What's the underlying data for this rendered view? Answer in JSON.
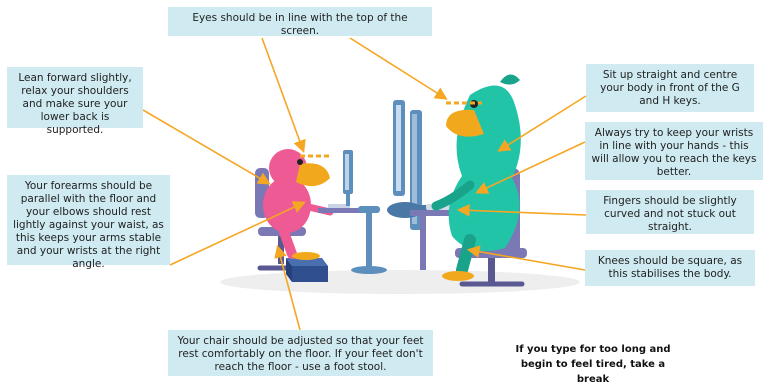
{
  "notes": {
    "eyes": "Eyes should be in line with the top of the screen.",
    "lean": "Lean forward slightly, relax your shoulders and make sure your lower back is supported.",
    "forearms": "Your forearms should be parallel with the floor and your elbows should rest lightly against your waist, as this keeps your arms stable and your wrists at the right angle.",
    "sit_up": "Sit up straight and centre your body in front of the G and H keys.",
    "wrists": "Always try to keep your wrists in line with your hands - this will allow you to reach the keys better.",
    "fingers": "Fingers should be slightly curved and not stuck out straight.",
    "knees": "Knees should be square, as this stabilises the body.",
    "chair": "Your chair should be adjusted so that your feet rest comfortably on the floor. If your feet don't reach the floor - use a foot stool.",
    "break_tip": "If you type for too long and begin to feel tired, take a break"
  },
  "colors": {
    "box_bg": "#cfeaf1",
    "arrow": "#f5a623",
    "pink_bird": "#ee5a93",
    "green_bird": "#22c4a8",
    "beak": "#f2a81d",
    "chair": "#7a78b5",
    "monitor": "#5d8fbc",
    "footstool": "#304f8f"
  }
}
